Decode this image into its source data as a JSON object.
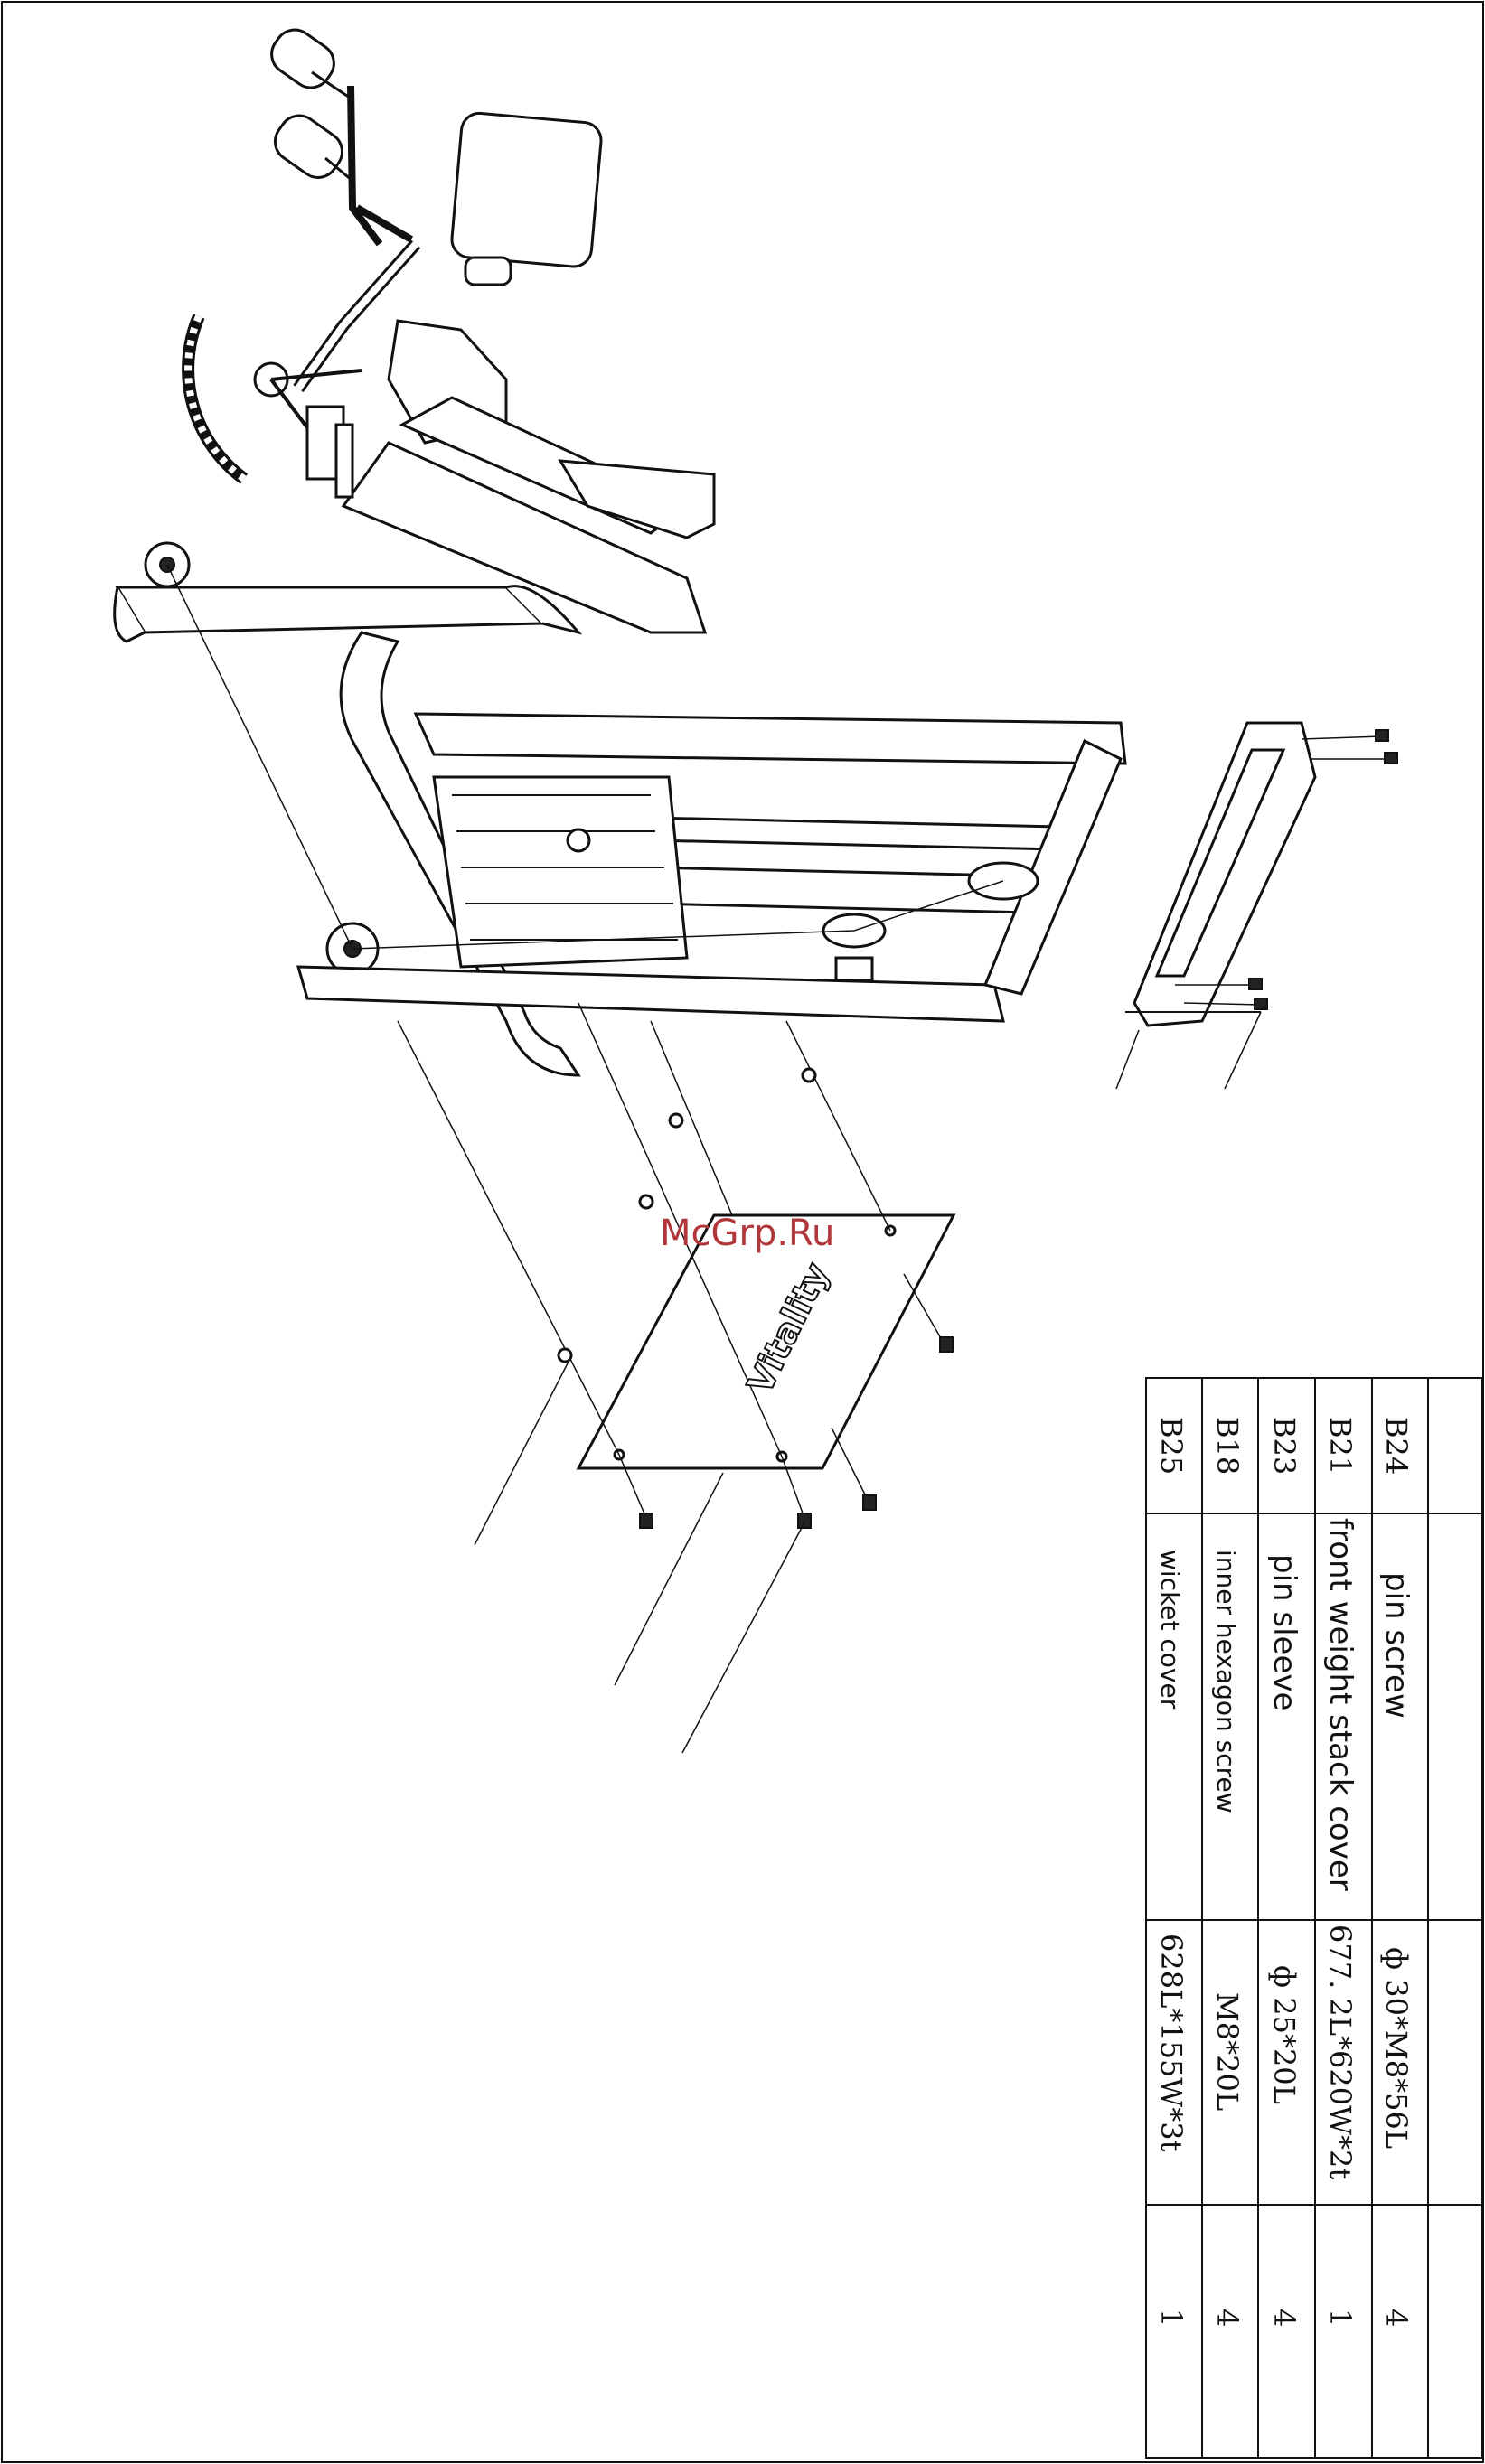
{
  "watermark": "McGrp.Ru",
  "logo_text": "Vitality",
  "parts_table": {
    "rows": [
      {
        "code": "B24",
        "name": "pin screw",
        "spec": "ф 30*M8*56L",
        "qty": "4"
      },
      {
        "code": "B21",
        "name": "front weight stack cover",
        "spec": "677. 2L*620W*2t",
        "qty": "1"
      },
      {
        "code": "B23",
        "name": "pin sleeve",
        "spec": "ф 25*20L",
        "qty": "4"
      },
      {
        "code": "B18",
        "name": "inner hexagon screw",
        "spec": "M8*20L",
        "qty": "4"
      },
      {
        "code": "B25",
        "name": "wicket cover",
        "spec": "628L*155W*3t",
        "qty": "1"
      }
    ]
  },
  "colors": {
    "watermark": "#b0363a",
    "line": "#111111",
    "background": "#ffffff"
  }
}
